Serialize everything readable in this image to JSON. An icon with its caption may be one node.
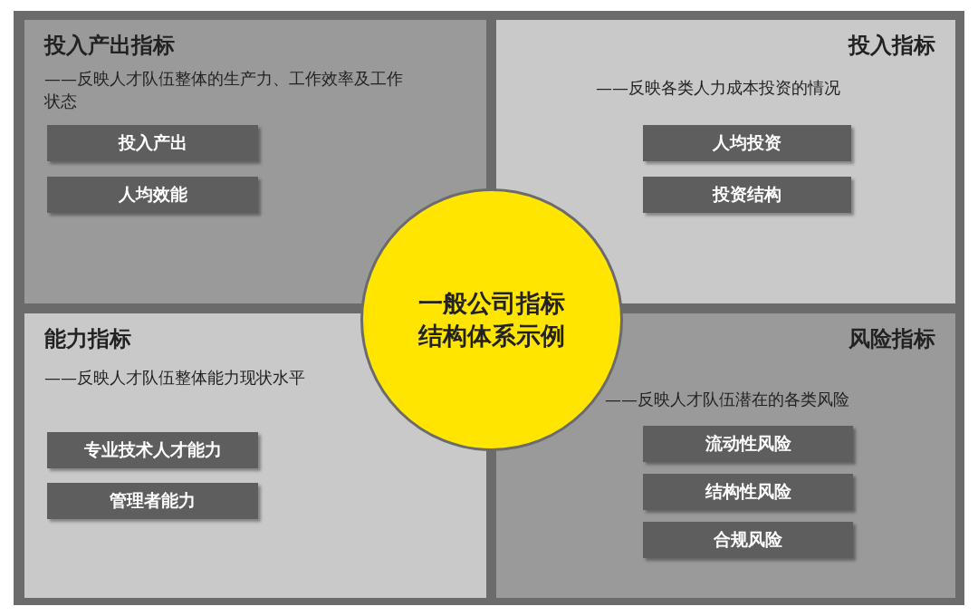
{
  "diagram": {
    "nodes": [
      {
        "text": [
          "投入产出指标",
          "——反映人才队伍整体的生产力、工作效率及工作状态"
        ]
      },
      {
        "text": [
          "投入产出"
        ],
        "in": 0
      },
      {
        "text": [
          "人均效能"
        ],
        "in": 0
      },
      {
        "text": [
          "投入指标",
          "——反映各类人力成本投资的情况"
        ]
      },
      {
        "text": [
          "人均投资"
        ],
        "in": 3
      },
      {
        "text": [
          "投资结构"
        ],
        "in": 3
      },
      {
        "text": [
          "一般公司指标结构体系示例"
        ]
      },
      {
        "text": [
          "能力指标",
          "——反映人才队伍整体能力现状水平"
        ]
      },
      {
        "text": [
          "专业技术人才能力"
        ],
        "in": 7
      },
      {
        "text": [
          "管理者能力"
        ],
        "in": 7
      },
      {
        "text": [
          "风险指标",
          "——反映人才队伍潜在的各类风险"
        ]
      },
      {
        "text": [
          "流动性风险"
        ],
        "in": 10
      },
      {
        "text": [
          "结构性风险"
        ],
        "in": 10
      },
      {
        "text": [
          "合规风险"
        ],
        "in": 10
      }
    ]
  }
}
